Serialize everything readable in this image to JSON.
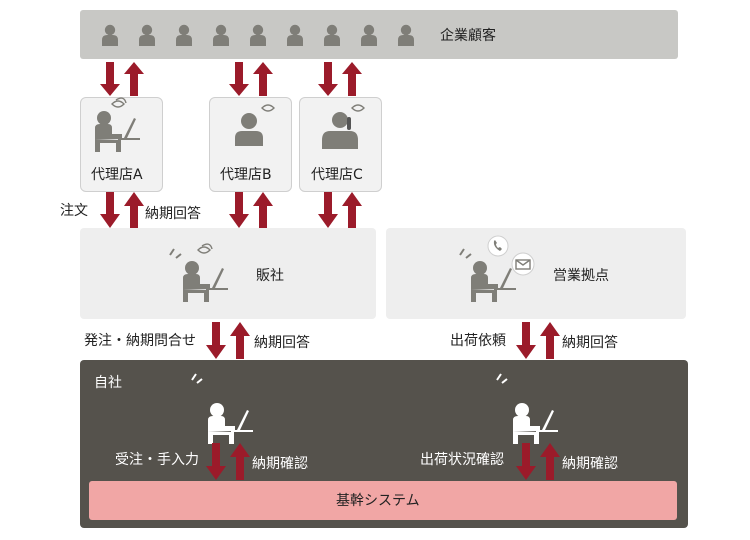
{
  "customers": {
    "label": "企業顧客",
    "count": 9
  },
  "agencies": [
    {
      "label": "代理店A"
    },
    {
      "label": "代理店B"
    },
    {
      "label": "代理店C"
    }
  ],
  "distributor": {
    "label": "販社"
  },
  "sales_office": {
    "label": "営業拠点"
  },
  "company": {
    "label": "自社"
  },
  "system": {
    "label": "基幹システム"
  },
  "flows": {
    "order": "注文",
    "delivery_reply_1": "納期回答",
    "order_inquiry": "発注・納期問合せ",
    "delivery_reply_2": "納期回答",
    "shipping_request": "出荷依頼",
    "delivery_reply_3": "納期回答",
    "order_entry": "受注・手入力",
    "delivery_check_1": "納期確認",
    "shipping_check": "出荷状況確認",
    "delivery_check_2": "納期確認"
  },
  "colors": {
    "arrow": "#9b1b2a",
    "company_bg": "#55524c",
    "system_bg": "#f1a6a5",
    "person": "#7f7e78"
  }
}
